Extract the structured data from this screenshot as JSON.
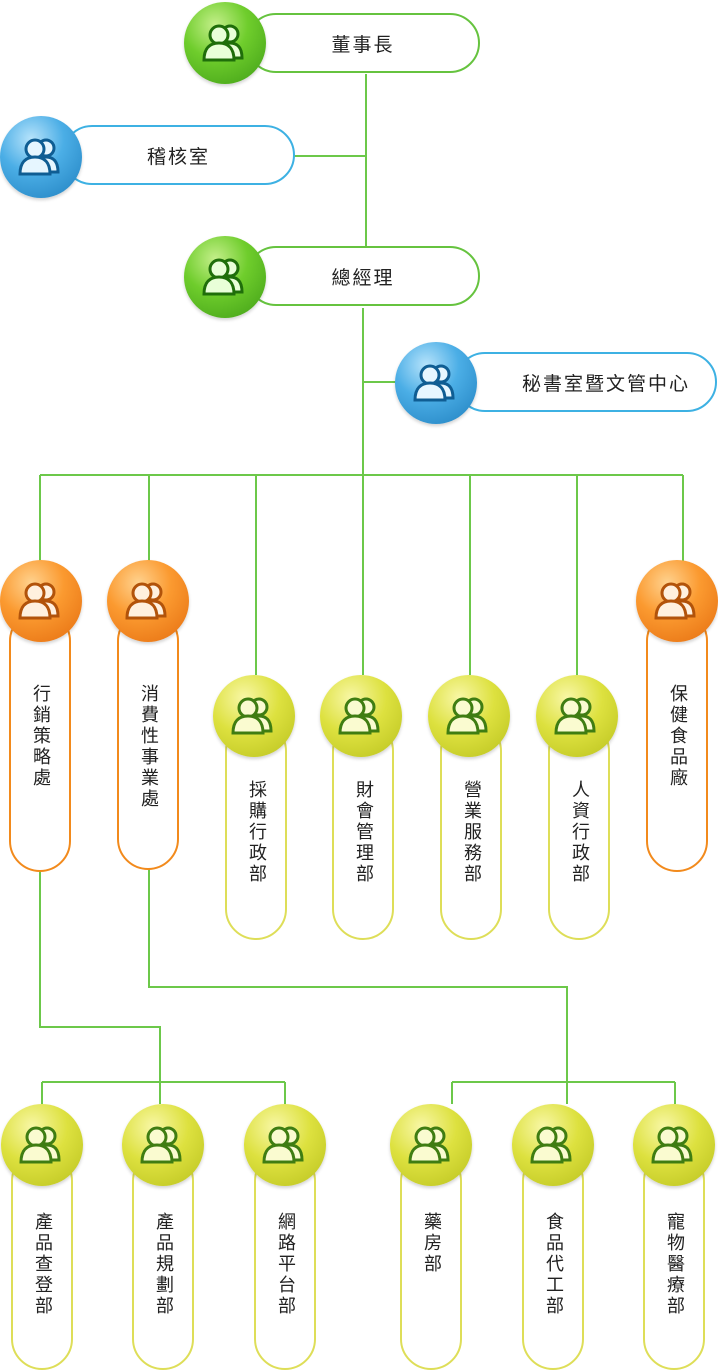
{
  "colors": {
    "line": "#6cc84a",
    "green": "#66c33f",
    "blue": "#3db1e3",
    "orange": "#f28a1c",
    "yellow": "#dede58"
  },
  "icon_name": "person-group-icon",
  "top": {
    "chairman": "董事長",
    "audit": "稽核室",
    "gm": "總經理",
    "secretariat": "秘書室暨文管中心"
  },
  "departments": {
    "marketing": "行銷策略處",
    "consumer": "消費性事業處",
    "purchasing": "採購行政部",
    "finance": "財會管理部",
    "operations": "營業服務部",
    "hr": "人資行政部",
    "health_factory": "保健食品廠"
  },
  "sub_marketing": {
    "inspection": "產品查登部",
    "planning": "產品規劃部",
    "online": "網路平台部"
  },
  "sub_consumer": {
    "pharmacy": "藥房部",
    "oem": "食品代工部",
    "vet": "寵物醫療部"
  }
}
